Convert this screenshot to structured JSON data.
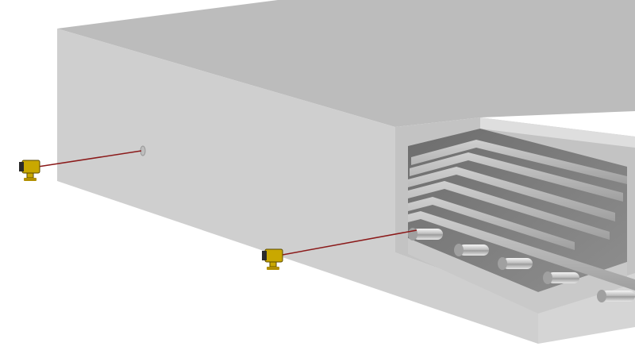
{
  "scene": {
    "subject": "furnace",
    "sensors": [
      {
        "id": "sensor-left",
        "color": "#c9a800",
        "beam_color": "#8b1a1a"
      },
      {
        "id": "sensor-bottom",
        "color": "#c9a800",
        "beam_color": "#8b1a1a"
      }
    ],
    "rails": {
      "count": 6
    },
    "rollers": {
      "count": 5
    },
    "colors": {
      "top": "#b9b9b9",
      "front": "#cfcfcf",
      "bottom_edge": "#dcdcdc",
      "opening_frame": "#c6c6c6",
      "opening_inner": "#8a8a8a",
      "rail_top": "#bdbdbd",
      "rail_side": "#9a9a9a",
      "roller": "#d6d6d6",
      "background": "#ffffff"
    }
  }
}
